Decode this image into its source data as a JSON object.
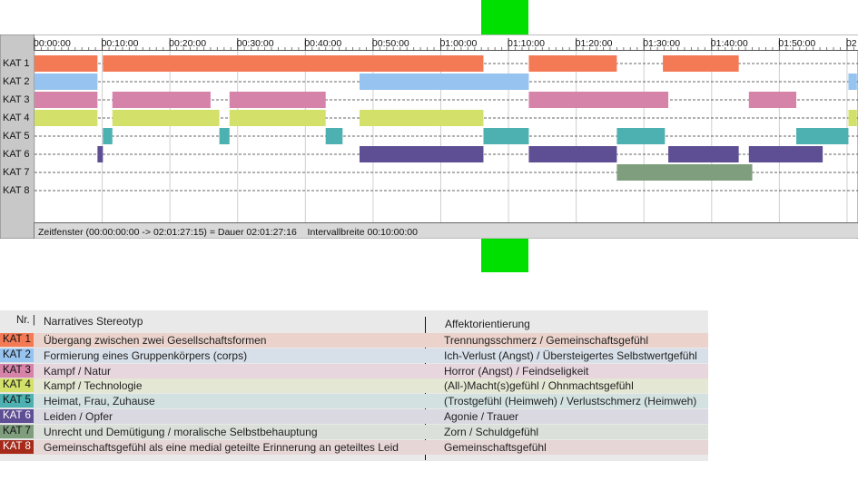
{
  "chart_data": {
    "type": "gantt",
    "x_unit": "hh:mm:ss",
    "xlim": [
      "00:00:00",
      "02:01:27"
    ],
    "tick_interval_min": 10,
    "x_ticks": [
      "00:00:00",
      "00:10:00",
      "00:20:00",
      "00:30:00",
      "00:40:00",
      "00:50:00",
      "01:00:00",
      "01:10:00",
      "01:20:00",
      "01:30:00",
      "01:40:00",
      "01:50:00",
      "02"
    ],
    "categories": [
      {
        "label": "KAT 1",
        "color": "#f47a56",
        "segments": [
          [
            0,
            9.3
          ],
          [
            10.1,
            66.3
          ],
          [
            73.0,
            86.0
          ],
          [
            92.8,
            104.0
          ]
        ]
      },
      {
        "label": "KAT 2",
        "color": "#96c3ef",
        "segments": [
          [
            0,
            9.3
          ],
          [
            48.0,
            73.0
          ],
          [
            120.2,
            121.45
          ]
        ]
      },
      {
        "label": "KAT 3",
        "color": "#d583a9",
        "segments": [
          [
            0,
            9.3
          ],
          [
            11.5,
            26.0
          ],
          [
            28.8,
            43.0
          ],
          [
            73.0,
            93.6
          ],
          [
            105.5,
            112.5
          ]
        ]
      },
      {
        "label": "KAT 4",
        "color": "#d3e16b",
        "segments": [
          [
            0,
            9.3
          ],
          [
            11.5,
            27.3
          ],
          [
            28.8,
            43.0
          ],
          [
            48.0,
            66.3
          ],
          [
            120.2,
            121.45
          ]
        ]
      },
      {
        "label": "KAT 5",
        "color": "#4eb1b1",
        "segments": [
          [
            10.1,
            11.5
          ],
          [
            27.3,
            28.8
          ],
          [
            43.0,
            45.5
          ],
          [
            66.3,
            73.0
          ],
          [
            86.0,
            93.1
          ],
          [
            112.5,
            120.2
          ]
        ]
      },
      {
        "label": "KAT 6",
        "color": "#5e4e94",
        "segments": [
          [
            9.3,
            10.1
          ],
          [
            48.0,
            66.3
          ],
          [
            73.0,
            86.0
          ],
          [
            93.6,
            104.0
          ],
          [
            105.5,
            116.4
          ]
        ]
      },
      {
        "label": "KAT 7",
        "color": "#7f9e7e",
        "segments": [
          [
            86.0,
            106.0
          ]
        ]
      },
      {
        "label": "KAT 8",
        "color": "#8b1e1e",
        "segments": []
      }
    ]
  },
  "timeline": {
    "status": "Zeitfenster (00:00:00:00 -> 02:01:27:15) = Dauer 02:01:27:16    Intervallbreite 00:10:00:00"
  },
  "legend": {
    "headers": {
      "nr": "Nr. |",
      "stereotyp": "Narratives Stereotyp",
      "affekt": "Affektorientierung"
    },
    "rows": [
      {
        "nr": "KAT 1",
        "color": "#f47a56",
        "rowbg": "#ebd3cc",
        "stereotyp": "Übergang zwischen zwei Gesellschaftsformen",
        "affekt": "Trennungsschmerz / Gemeinschaftsgefühl"
      },
      {
        "nr": "KAT 2",
        "color": "#96c3ef",
        "rowbg": "#d7dfe8",
        "stereotyp": "Formierung eines Gruppenkörpers (corps)",
        "affekt": "Ich-Verlust (Angst) / Übersteigertes Selbstwertgefühl"
      },
      {
        "nr": "KAT 3",
        "color": "#d583a9",
        "rowbg": "#e7d6de",
        "stereotyp": "Kampf / Natur",
        "affekt": "Horror (Angst) / Feindseligkeit"
      },
      {
        "nr": "KAT 4",
        "color": "#d3e16b",
        "rowbg": "#e4e7d3",
        "stereotyp": "Kampf / Technologie",
        "affekt": "(All-)Macht(s)gefühl / Ohnmachtsgefühl"
      },
      {
        "nr": "KAT 5",
        "color": "#4eb1b1",
        "rowbg": "#d3e2e1",
        "stereotyp": "Heimat, Frau, Zuhause",
        "affekt": "(Trostgefühl (Heimweh) / Verlustschmerz (Heimweh)"
      },
      {
        "nr": "KAT 6",
        "color": "#5e4e94",
        "rowbg": "#dad8e1",
        "stereotyp": "Leiden / Opfer",
        "affekt": "Agonie / Trauer"
      },
      {
        "nr": "KAT 7",
        "color": "#7f9e7e",
        "rowbg": "#dbe1da",
        "stereotyp": "Unrecht und Demütigung / moralische Selbstbehauptung",
        "affekt": "Zorn / Schuldgefühl"
      },
      {
        "nr": "KAT 8",
        "color": "#a52a1a",
        "rowbg": "#e7d6d6",
        "stereotyp": "Gemeinschaftsgefühl als eine medial geteilte Erinnerung an geteiltes Leid",
        "affekt": "Gemeinschaftsgefühl"
      }
    ]
  }
}
